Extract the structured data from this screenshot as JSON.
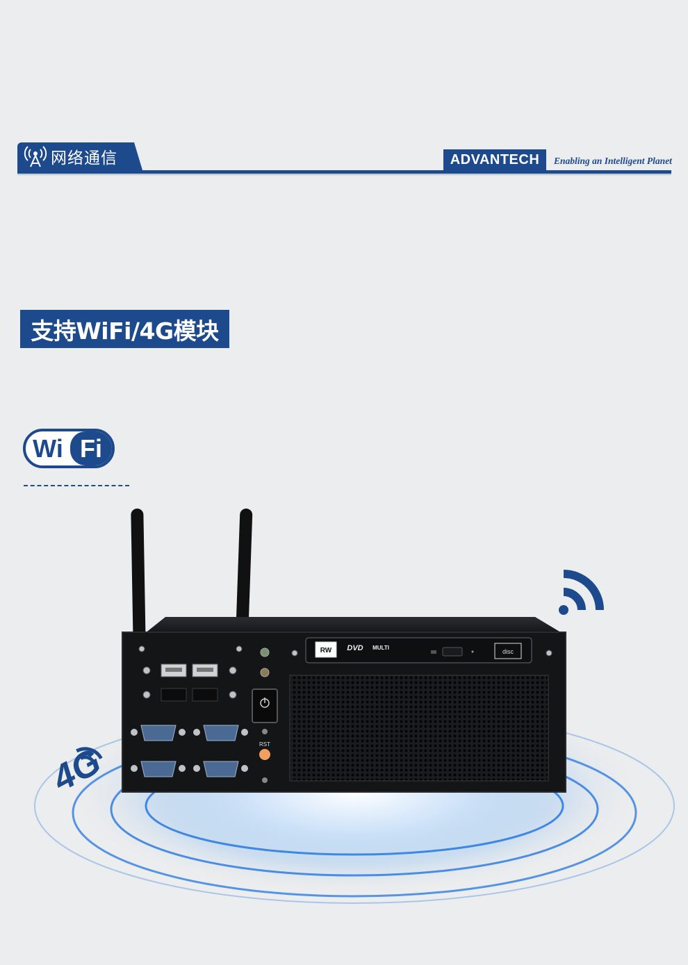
{
  "header": {
    "section_title": "网络通信",
    "brand_name": "ADVANTECH",
    "brand_tagline": "Enabling an Intelligent Planet"
  },
  "feature": {
    "title": "支持WiFi/4G模块"
  },
  "wifi_logo": {
    "part1": "Wi",
    "part2": "Fi"
  },
  "device": {
    "reset_label": "RST",
    "badge_4g": "4G",
    "drive_rw": "RW",
    "drive_dvd": "DVD",
    "drive_multi": "MULTI"
  },
  "colors": {
    "brand_blue": "#1d4a8c",
    "background": "#ecedee",
    "ring_blue": "#2f7de0",
    "chassis": "#141517"
  }
}
